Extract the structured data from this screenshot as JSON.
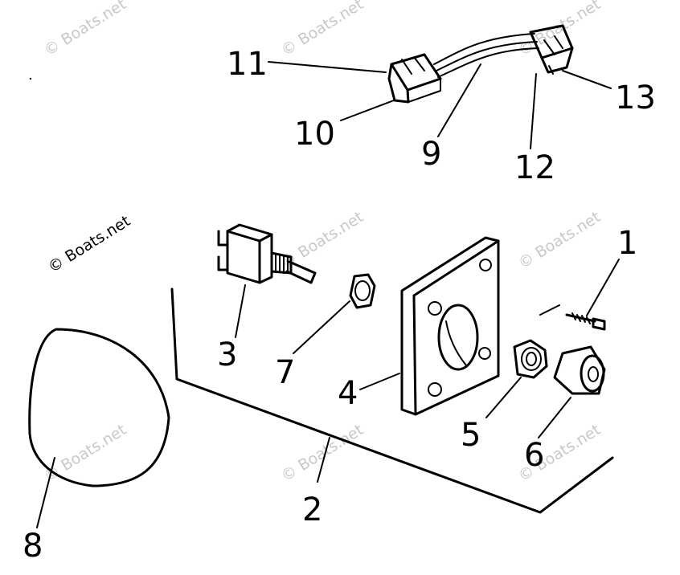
{
  "diagram": {
    "callouts": [
      "1",
      "2",
      "3",
      "4",
      "5",
      "6",
      "7",
      "8",
      "9",
      "10",
      "11",
      "12",
      "13"
    ],
    "watermark": "© Boats.net"
  },
  "parts": {
    "wire_harness": "wire-harness",
    "toggle_switch": "toggle-switch",
    "mounting_plate": "mounting-plate",
    "hex_nut": "hex-nut",
    "knob": "knob",
    "screw": "screw",
    "gasket": "gasket",
    "panel": "panel"
  }
}
